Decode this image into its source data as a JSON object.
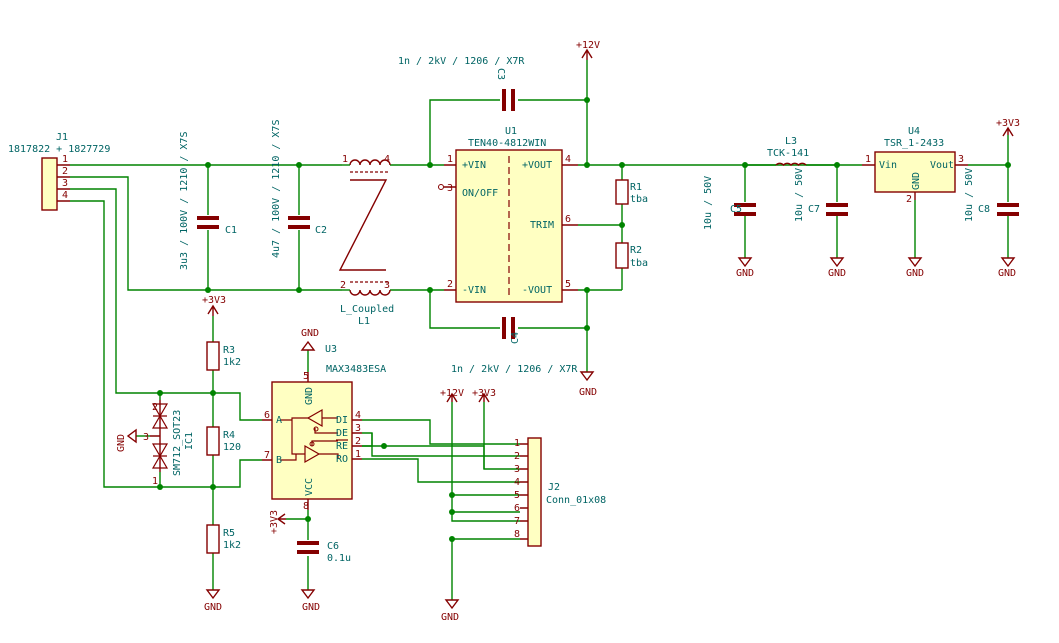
{
  "components": {
    "J1": {
      "ref": "J1",
      "value": "1817822 + 1827729"
    },
    "C1": {
      "ref": "C1",
      "value": "3u3 / 100V / 1210 / X7S"
    },
    "C2": {
      "ref": "C2",
      "value": "4u7 / 100V / 1210 / X7S"
    },
    "L1": {
      "ref": "L1",
      "value": "L_Coupled"
    },
    "C3": {
      "ref": "C3",
      "value": "1n / 2kV / 1206 / X7R"
    },
    "C4": {
      "ref": "C4",
      "value": "1n / 2kV / 1206 / X7R"
    },
    "U1": {
      "ref": "U1",
      "value": "TEN40-4812WIN",
      "pins": {
        "vin_pos": "+VIN",
        "onoff": "ON/OFF",
        "vin_neg": "-VIN",
        "vout_pos": "+VOUT",
        "trim": "TRIM",
        "vout_neg": "-VOUT"
      }
    },
    "R1": {
      "ref": "R1",
      "value": "tba"
    },
    "R2": {
      "ref": "R2",
      "value": "tba"
    },
    "C5": {
      "ref": "C5",
      "value": "10u / 50V"
    },
    "L3": {
      "ref": "L3",
      "value": "TCK-141"
    },
    "C7": {
      "ref": "C7",
      "value": "10u / 50V"
    },
    "U4": {
      "ref": "U4",
      "value": "TSR_1-2433",
      "pins": {
        "vin": "Vin",
        "gnd": "GND",
        "vout": "Vout"
      }
    },
    "C8": {
      "ref": "C8",
      "value": "10u / 50V"
    },
    "U3": {
      "ref": "U3",
      "value": "MAX3483ESA",
      "pins": {
        "a": "A",
        "b": "B",
        "di": "DI",
        "de": "DE",
        "re": "RE",
        "ro": "RO",
        "gnd": "GND",
        "vcc": "VCC"
      }
    },
    "R3": {
      "ref": "R3",
      "value": "1k2"
    },
    "R4": {
      "ref": "R4",
      "value": "120"
    },
    "R5": {
      "ref": "R5",
      "value": "1k2"
    },
    "IC1": {
      "ref": "IC1",
      "value": "SM712_SOT23"
    },
    "C6": {
      "ref": "C6",
      "value": "0.1u"
    },
    "J2": {
      "ref": "J2",
      "value": "Conn_01x08"
    }
  },
  "power": {
    "p12v": "+12V",
    "p3v3": "+3V3",
    "gnd": "GND"
  },
  "pin_numbers": [
    "1",
    "2",
    "3",
    "4",
    "5",
    "6",
    "7",
    "8"
  ]
}
